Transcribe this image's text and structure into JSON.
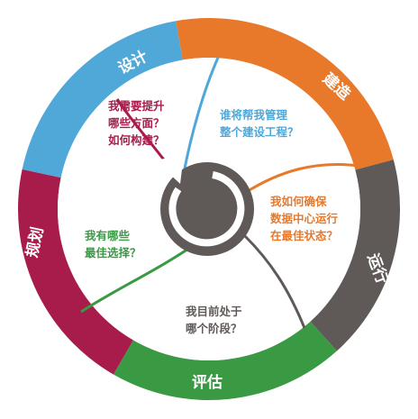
{
  "stages": [
    {
      "key": "design",
      "label": "设计",
      "color": "#a81c4c"
    },
    {
      "key": "build",
      "label": "建造",
      "color": "#4fa8d8"
    },
    {
      "key": "operate",
      "label": "运行",
      "color": "#e8792b"
    },
    {
      "key": "evaluate",
      "label": "评估",
      "color": "#5f5a58"
    },
    {
      "key": "plan",
      "label": "规划",
      "color": "#3a9a44"
    }
  ],
  "questions": {
    "design": [
      "我需要提升",
      "哪些方面？",
      "如何构建？"
    ],
    "build": [
      "谁将帮我管理",
      "整个建设工程？"
    ],
    "operate": [
      "我如何确保",
      "数据中心运行",
      "在最佳状态？"
    ],
    "evaluate": [
      "我目前处于",
      "哪个阶段？"
    ],
    "plan": [
      "我有哪些",
      "最佳选择？"
    ]
  },
  "center_color": "#5f5a58"
}
